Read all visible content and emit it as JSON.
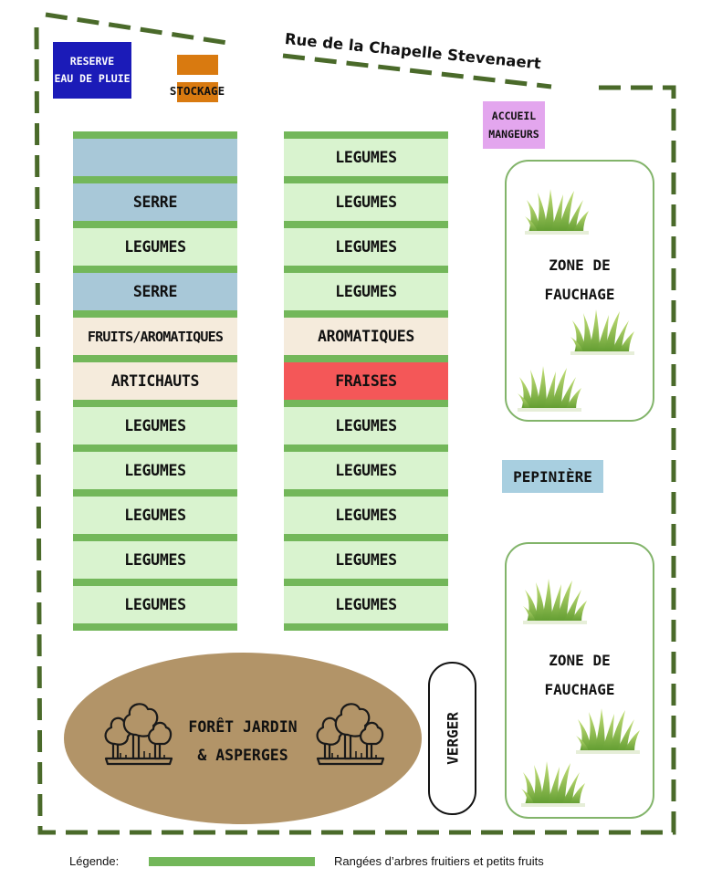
{
  "street": {
    "name": "Rue de la Chapelle Stevenaert"
  },
  "reserve": {
    "line1": "RESERVE",
    "line2": "EAU DE PLUIE"
  },
  "stockage": {
    "label": "STOCKAGE"
  },
  "accueil": {
    "line1": "ACCUEIL",
    "line2": "MANGEURS"
  },
  "left_column": {
    "beds": [
      {
        "label": "",
        "type": "serre"
      },
      {
        "label": "SERRE",
        "type": "serre"
      },
      {
        "label": "LEGUMES",
        "type": "legumes"
      },
      {
        "label": "SERRE",
        "type": "serre"
      },
      {
        "label": "FRUITS/AROMATIQUES",
        "type": "fruits"
      },
      {
        "label": "ARTICHAUTS",
        "type": "fruits"
      },
      {
        "label": "LEGUMES",
        "type": "legumes"
      },
      {
        "label": "LEGUMES",
        "type": "legumes"
      },
      {
        "label": "LEGUMES",
        "type": "legumes"
      },
      {
        "label": "LEGUMES",
        "type": "legumes"
      },
      {
        "label": "LEGUMES",
        "type": "legumes"
      }
    ]
  },
  "middle_column": {
    "beds": [
      {
        "label": "LEGUMES",
        "type": "legumes"
      },
      {
        "label": "LEGUMES",
        "type": "legumes"
      },
      {
        "label": "LEGUMES",
        "type": "legumes"
      },
      {
        "label": "LEGUMES",
        "type": "legumes"
      },
      {
        "label": "AROMATIQUES",
        "type": "fruits"
      },
      {
        "label": "FRAISES",
        "type": "fraises"
      },
      {
        "label": "LEGUMES",
        "type": "legumes"
      },
      {
        "label": "LEGUMES",
        "type": "legumes"
      },
      {
        "label": "LEGUMES",
        "type": "legumes"
      },
      {
        "label": "LEGUMES",
        "type": "legumes"
      },
      {
        "label": "LEGUMES",
        "type": "legumes"
      }
    ]
  },
  "zone_fauchage_top": {
    "line1": "ZONE DE",
    "line2": "FAUCHAGE"
  },
  "zone_fauchage_bottom": {
    "line1": "ZONE DE",
    "line2": "FAUCHAGE"
  },
  "pepiniere": {
    "label": "PEPINIÈRE"
  },
  "verger": {
    "label": "VERGER"
  },
  "foret": {
    "line1": "FORÊT JARDIN",
    "line2": "& ASPERGES"
  },
  "legend": {
    "title": "Légende:",
    "text": "Rangées d’arbres fruitiers  et petits fruits"
  },
  "colors": {
    "boundary": "#4a6a2a",
    "tree_row": "#73b75a",
    "legumes": "#d9f3cf",
    "serre": "#a8c8d8",
    "fruits": "#f5ebdc",
    "fraises": "#f45758",
    "reserve": "#1b1bb8",
    "stockage": "#d97a10",
    "accueil": "#e3a6ee",
    "pepiniere": "#a8cfe0",
    "foret": "#b29468",
    "zone_border": "#82b46a"
  },
  "icons": {
    "grass": "grass-tuft-icon",
    "tree": "tree-cluster-icon"
  }
}
